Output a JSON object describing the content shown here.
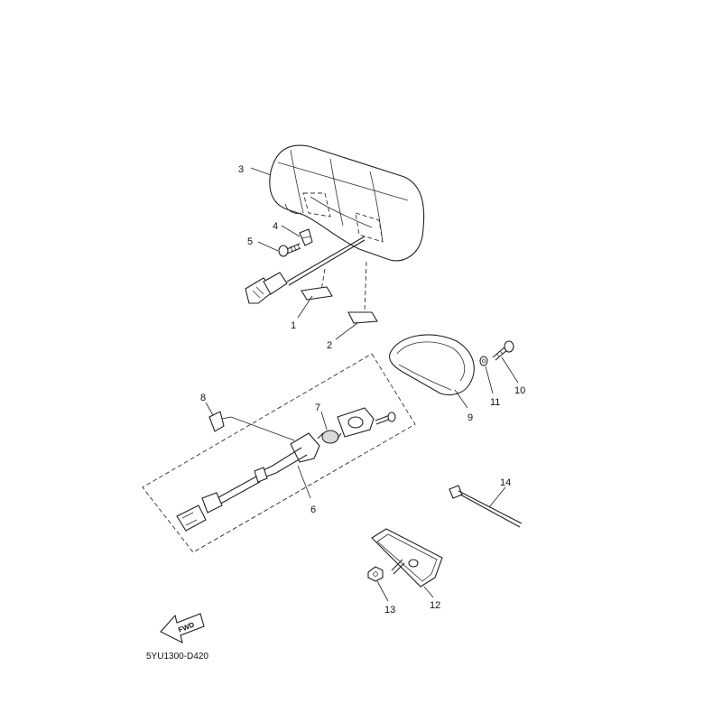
{
  "callouts": [
    "1",
    "2",
    "3",
    "4",
    "5",
    "6",
    "7",
    "8",
    "9",
    "10",
    "11",
    "12",
    "13",
    "14"
  ],
  "fwd_label": "FWD",
  "drawing_code": "5YU1300-D420"
}
